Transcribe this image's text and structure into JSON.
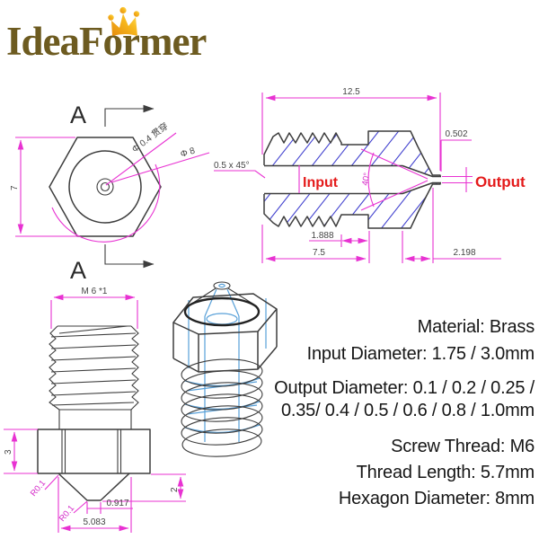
{
  "logo": {
    "text": "IdeaFormer",
    "color": "#6d5b20",
    "crown_icon": "crown",
    "crown_color": "#f5a91c"
  },
  "front_view": {
    "section_label_top": "A",
    "section_label_bottom": "A",
    "dim_height": "7",
    "dim_bore": "Φ 0.4 贯穿",
    "dim_circle": "Φ 8"
  },
  "section_view": {
    "dim_length": "12.5",
    "dim_output_bore": "0.502",
    "dim_chamfer": "0.5  x  45°",
    "label_input": "Input",
    "label_output": "Output",
    "dim_angle": "40°",
    "dim_runout": "1.888",
    "dim_thread_length": "7.5",
    "dim_tip_length": "2.198"
  },
  "thread_view": {
    "dim_thread": "M 6 *1",
    "dim_hex_height": "3",
    "dim_radius_1": "R0.1",
    "dim_radius_2": "R0.1",
    "dim_tip_flat": "0.917",
    "dim_cone_base": "5.083",
    "dim_cone_height": "2"
  },
  "specs": {
    "lines": [
      "Material: Brass",
      "Input Diameter: 1.75 / 3.0mm",
      "Output Diameter: 0.1 / 0.2 / 0.25 / 0.35/ 0.4 / 0.5 / 0.6 / 0.8 / 1.0mm",
      "Screw Thread: M6",
      "Thread Length: 5.7mm",
      "Hexagon Diameter: 8mm"
    ]
  },
  "colors": {
    "dimension_magenta": "#e832d2",
    "outline_dark": "#3d3d3d",
    "hatch_blue": "#4343cf",
    "hidden_line_blue": "#58a0d8",
    "label_red": "#e41b1b"
  }
}
